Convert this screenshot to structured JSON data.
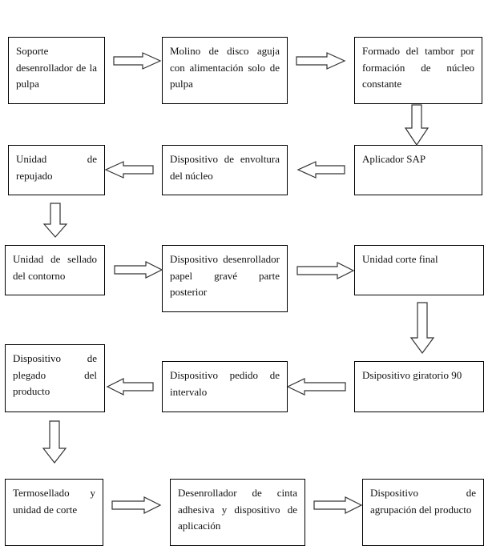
{
  "boxes": [
    {
      "id": "b1",
      "text": "Soporte desenrollador de la pulpa"
    },
    {
      "id": "b2",
      "text": "Molino de disco aguja con alimentación solo de pulpa"
    },
    {
      "id": "b3",
      "text": "Formado del tambor por formación de núcleo constante"
    },
    {
      "id": "b4",
      "text": "Unidad de repujado"
    },
    {
      "id": "b5",
      "text": "Dispositivo de envoltura del núcleo"
    },
    {
      "id": "b6",
      "text": "Aplicador SAP"
    },
    {
      "id": "b7",
      "text": "Unidad de sellado del contorno"
    },
    {
      "id": "b8",
      "text": "Dispositivo desenrollador papel gravé parte posterior"
    },
    {
      "id": "b9",
      "text": "Unidad corte final"
    },
    {
      "id": "b10",
      "text": "Dispositivo de plegado del producto"
    },
    {
      "id": "b11",
      "text": "Dispositivo pedido de intervalo"
    },
    {
      "id": "b12",
      "text": "Dsipositivo giratorio 90"
    },
    {
      "id": "b13",
      "text": "Termosellado y unidad de corte"
    },
    {
      "id": "b14",
      "text": "Desenrollador de cinta adhesiva y dispositivo de aplicación"
    },
    {
      "id": "b15",
      "text": "Dispositivo de agrupación del producto"
    }
  ],
  "edges": [
    {
      "from": "b1",
      "to": "b2"
    },
    {
      "from": "b2",
      "to": "b3"
    },
    {
      "from": "b3",
      "to": "b6"
    },
    {
      "from": "b6",
      "to": "b5"
    },
    {
      "from": "b5",
      "to": "b4"
    },
    {
      "from": "b4",
      "to": "b7"
    },
    {
      "from": "b7",
      "to": "b8"
    },
    {
      "from": "b8",
      "to": "b9"
    },
    {
      "from": "b9",
      "to": "b12"
    },
    {
      "from": "b12",
      "to": "b11"
    },
    {
      "from": "b11",
      "to": "b10"
    },
    {
      "from": "b10",
      "to": "b13"
    },
    {
      "from": "b13",
      "to": "b14"
    },
    {
      "from": "b14",
      "to": "b15"
    }
  ]
}
